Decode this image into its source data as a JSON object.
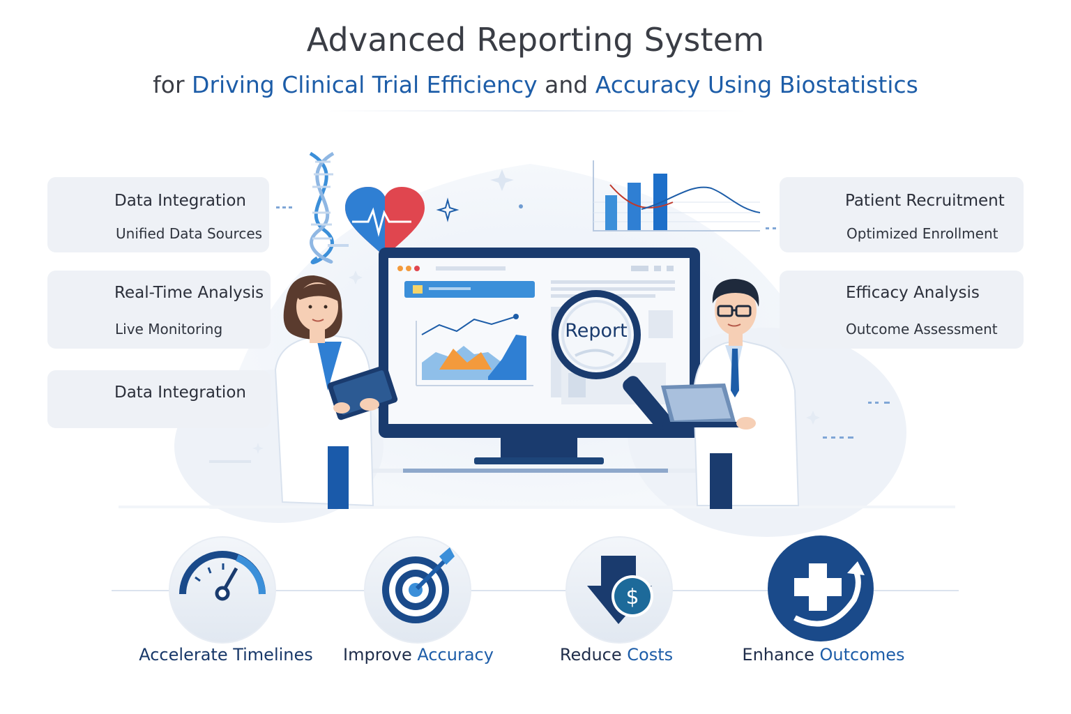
{
  "header": {
    "title": "Advanced Reporting System",
    "subtitle_prefix": "for ",
    "subtitle_accent_1": "Driving Clinical Trial Efficiency",
    "subtitle_middle": " and ",
    "subtitle_accent_2": "Accuracy Using Biostatistics"
  },
  "left_cards": [
    {
      "title": "Data Integration",
      "subtitle": "Unified Data Sources",
      "icon": "database-icon"
    },
    {
      "title": "Real-Time Analysis",
      "subtitle": "Live Monitoring",
      "icon": "clock-icon"
    },
    {
      "title": "Data Integration",
      "icon": "bar-chart-icon"
    }
  ],
  "right_cards": [
    {
      "title": "Patient Recruitment",
      "subtitle": "Optimized Enrollment",
      "icon": "people-group-icon"
    },
    {
      "title": "Efficacy Analysis",
      "subtitle": "Outcome Assessment",
      "icon": "clipboard-check-icon"
    }
  ],
  "center": {
    "magnifier_text": "Report",
    "icons": [
      "dna-icon",
      "heart-pulse-icon",
      "sparkle-icon",
      "bar-line-chart-icon",
      "monitor-icon",
      "magnifier-icon",
      "tablet-icon",
      "laptop-icon"
    ]
  },
  "benefits": [
    {
      "label_1": "Accelerate Timelines",
      "label_2": "",
      "icon": "speedometer-icon"
    },
    {
      "label_1": "Improve ",
      "label_2": "Accuracy",
      "icon": "target-icon"
    },
    {
      "label_1": "Reduce ",
      "label_2": "Costs",
      "icon": "cost-down-icon"
    },
    {
      "label_1": "Enhance ",
      "label_2": "Outcomes",
      "icon": "plus-cycle-icon"
    }
  ],
  "colors": {
    "navy": "#183869",
    "blue": "#1d5da8",
    "light_blue": "#3b8fd9",
    "card_bg": "#eef1f6",
    "heart_red": "#e0464f",
    "orange": "#f39a3c"
  }
}
